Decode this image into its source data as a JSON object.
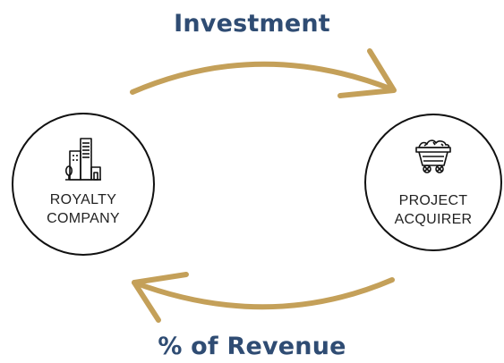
{
  "top_label": "Investment",
  "bottom_label": "% of Revenue",
  "left_node": {
    "line1": "ROYALTY",
    "line2": "COMPANY",
    "icon": "office-buildings-icon"
  },
  "right_node": {
    "line1": "PROJECT",
    "line2": "ACQUIRER",
    "icon": "mine-cart-icon"
  },
  "colors": {
    "title": "#2f4c73",
    "arrow": "#c4a059",
    "outline": "#111111"
  }
}
